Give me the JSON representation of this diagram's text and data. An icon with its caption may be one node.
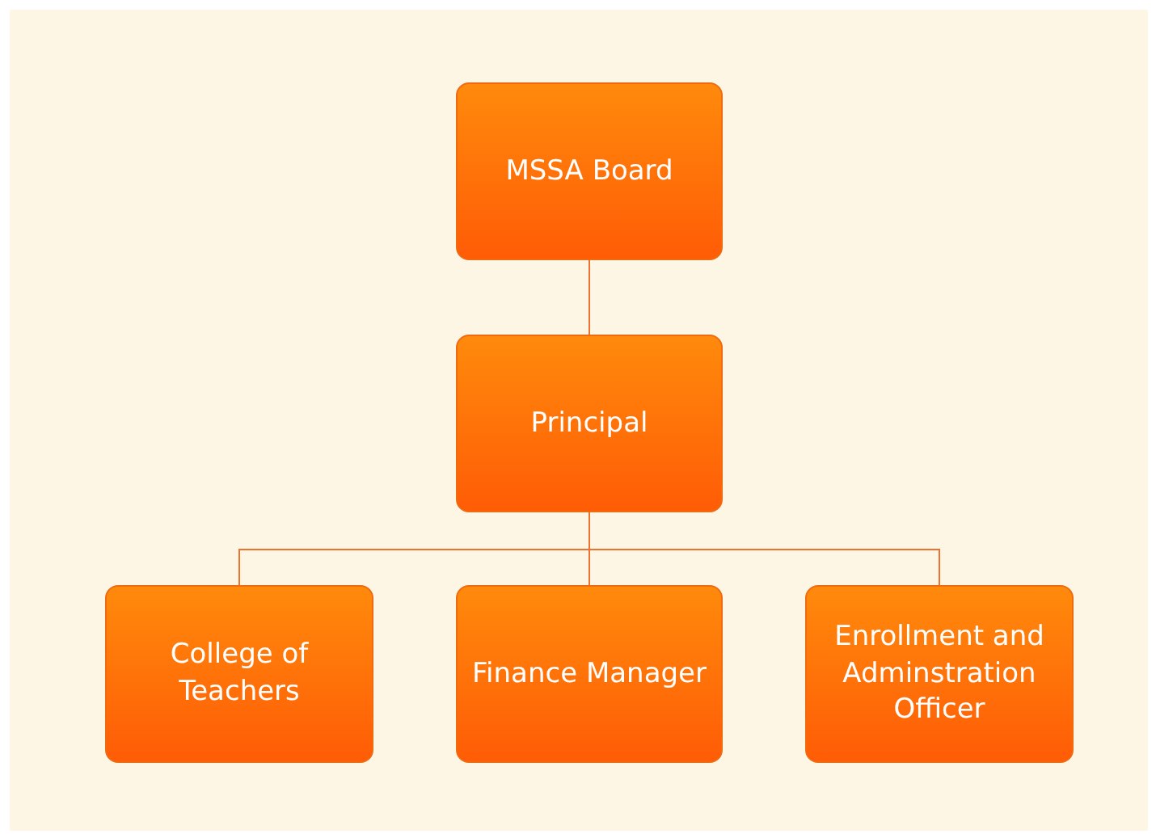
{
  "diagram": {
    "nodes": [
      {
        "text": [
          "MSSA Board"
        ]
      },
      {
        "text": [
          "Principal"
        ]
      },
      {
        "text": [
          "College of Teachers"
        ]
      },
      {
        "text": [
          "Finance Manager"
        ]
      },
      {
        "text": [
          "Enrollment and Adminstration Officer"
        ]
      }
    ],
    "edges": [
      {
        "from": 0,
        "to": 1,
        "arrow": "none"
      },
      {
        "from": 1,
        "to": 2,
        "arrow": "none"
      },
      {
        "from": 1,
        "to": 3,
        "arrow": "none"
      },
      {
        "from": 1,
        "to": 4,
        "arrow": "none"
      }
    ]
  }
}
